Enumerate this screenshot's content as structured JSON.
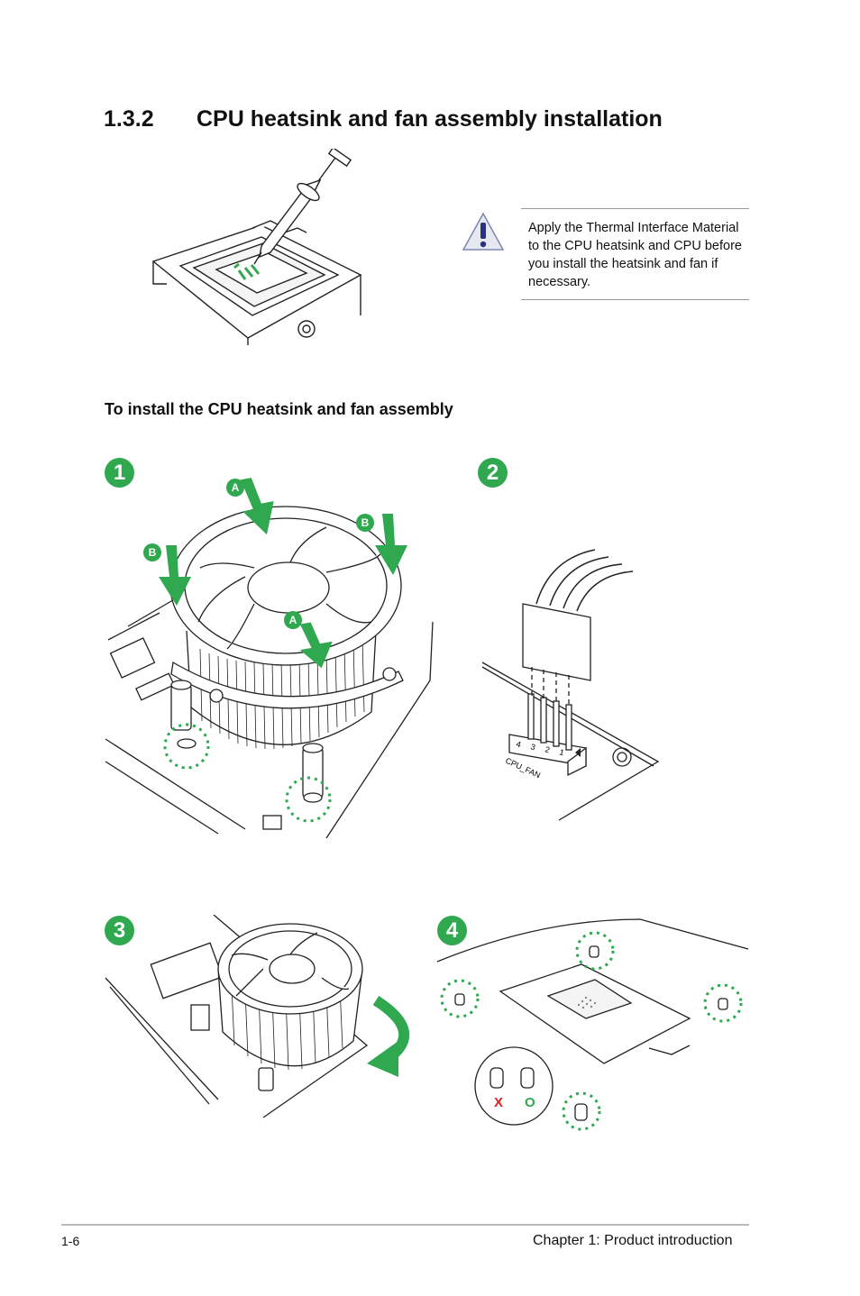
{
  "section": {
    "number": "1.3.2",
    "title": "CPU heatsink and fan assembly installation"
  },
  "note": {
    "icon": "warning-icon",
    "text": "Apply the Thermal Interface Material to the CPU heatsink and CPU before you install the heatsink and fan if necessary."
  },
  "subheading": "To install the CPU heatsink and fan assembly",
  "steps": [
    {
      "badge": "1",
      "labels": [
        "A",
        "B",
        "B",
        "A"
      ]
    },
    {
      "badge": "2",
      "connector_label": "CPU_FAN",
      "pins": [
        "4",
        "3",
        "2",
        "1"
      ]
    },
    {
      "badge": "3"
    },
    {
      "badge": "4",
      "wrong_mark": "X",
      "right_mark": "O"
    }
  ],
  "colors": {
    "accent_green": "#2fa84f",
    "wrong_red": "#e02020",
    "right_green": "#2fa84f"
  },
  "footer": {
    "page": "1-6",
    "chapter": "Chapter 1: Product introduction"
  }
}
